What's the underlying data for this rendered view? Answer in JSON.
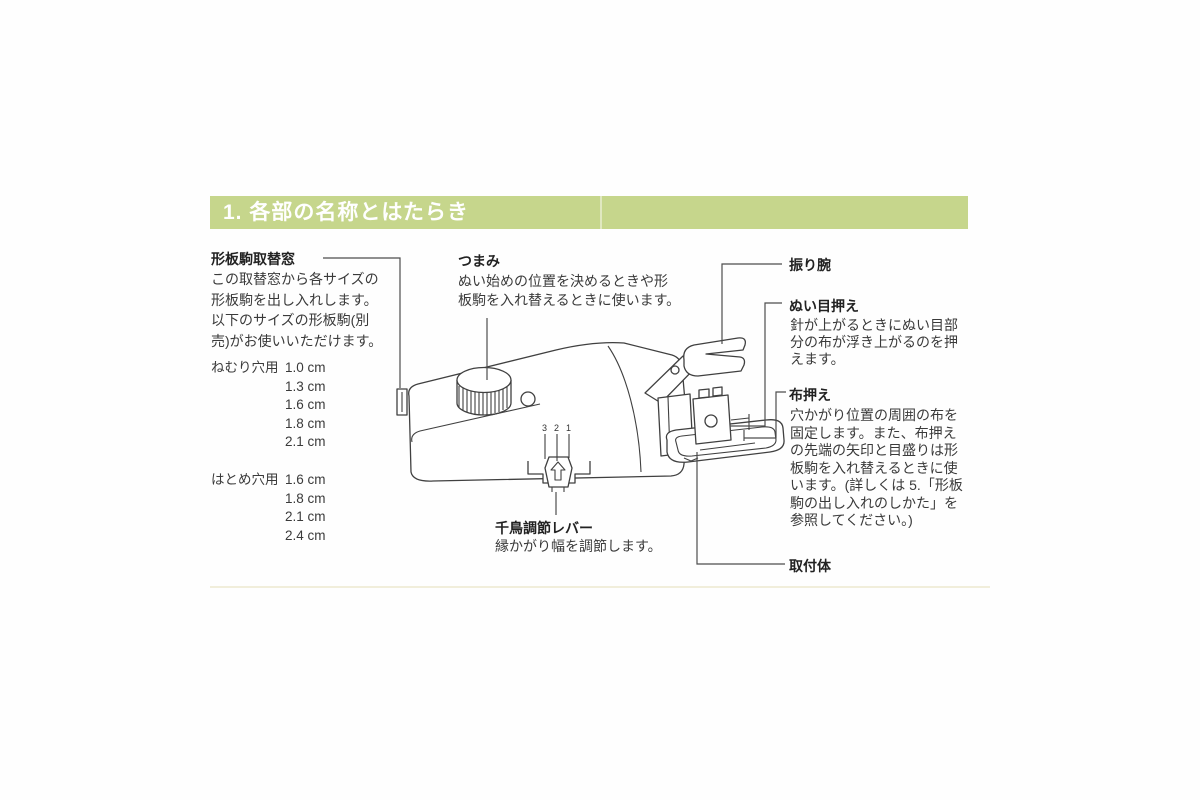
{
  "header": {
    "title": "1. 各部の名称とはたらき",
    "accent_color": "#c6d68c"
  },
  "parts": {
    "template_window": {
      "label": "形板駒取替窓",
      "description": "この取替窓から各サイズの\n形板駒を出し入れします。\n以下のサイズの形板駒(別\n売)がお使いいただけます。"
    },
    "slit_sizes": {
      "label": "ねむり穴用",
      "values": [
        "1.0 cm",
        "1.3 cm",
        "1.6 cm",
        "1.8 cm",
        "2.1 cm"
      ]
    },
    "eyelet_sizes": {
      "label": "はとめ穴用",
      "values": [
        "1.6 cm",
        "1.8 cm",
        "2.1 cm",
        "2.4 cm"
      ]
    },
    "knob": {
      "label": "つまみ",
      "description": "ぬい始めの位置を決めるときや形\n板駒を入れ替えるときに使います。"
    },
    "zigzag_lever": {
      "label": "千鳥調節レバー",
      "description": "縁かがり幅を調節します。"
    },
    "swing_arm": {
      "label": "振り腕"
    },
    "stitch_presser": {
      "label": "ぬい目押え",
      "description": "針が上がるときにぬい目部\n分の布が浮き上がるのを押\nえます。"
    },
    "fabric_presser": {
      "label": "布押え",
      "description": "穴かがり位置の周囲の布を\n固定します。また、布押え\nの先端の矢印と目盛りは形\n板駒を入れ替えるときに使\nいます。(詳しくは 5.「形板\n駒の出し入れのしかた」を\n参照してください。)"
    },
    "mounting_body": {
      "label": "取付体"
    }
  },
  "diagram": {
    "lever_scale": [
      "3",
      "2",
      "1"
    ]
  }
}
